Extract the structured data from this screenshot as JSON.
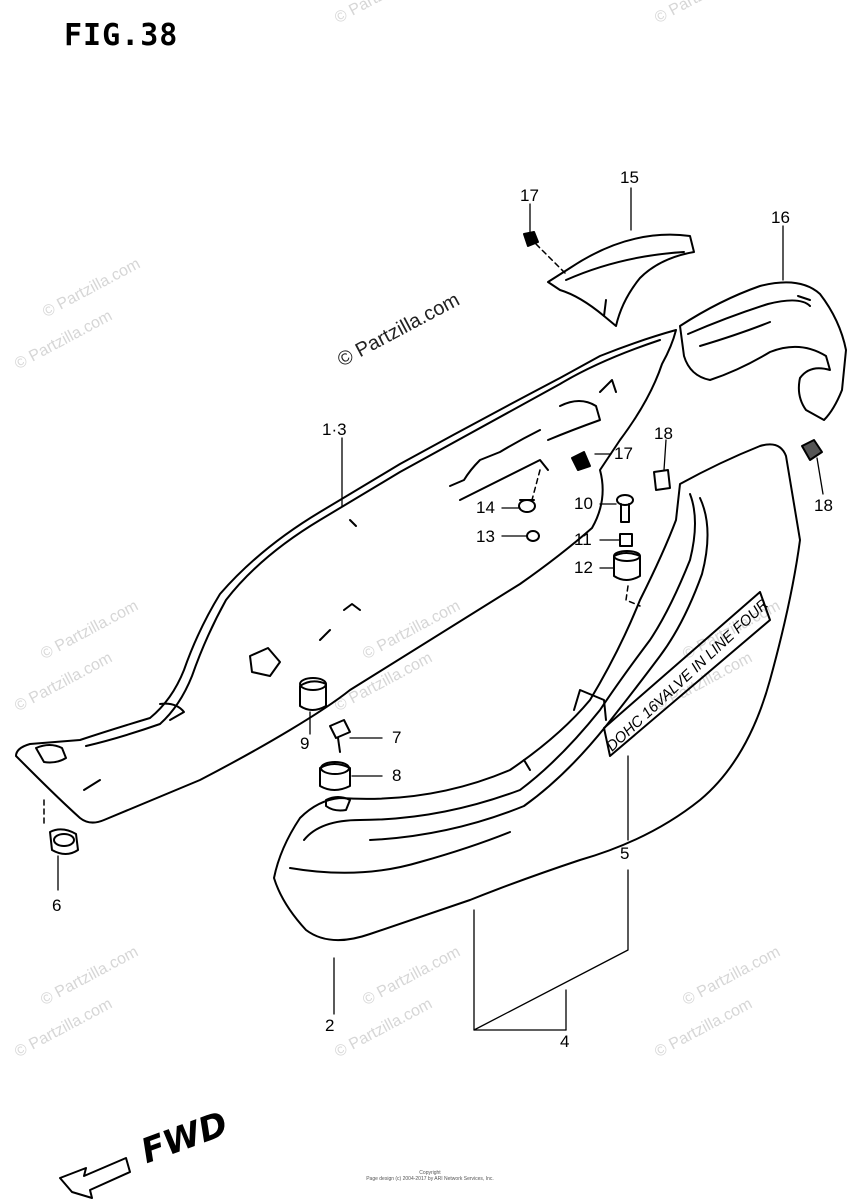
{
  "figure": {
    "title": "FIG.38",
    "fwd_label": "FWD",
    "decal_text": "DOHC 16VALVE IN LINE FOUR",
    "copyright_line1": "Copyright",
    "copyright_line2": "Page design (c) 2004-2017 by ARI Network Services, Inc."
  },
  "watermarks": {
    "main": "© Partzilla.com",
    "faint": "© Partzilla.com"
  },
  "callouts": [
    {
      "id": "c1-3",
      "label": "1·3"
    },
    {
      "id": "c2",
      "label": "2"
    },
    {
      "id": "c4",
      "label": "4"
    },
    {
      "id": "c5",
      "label": "5"
    },
    {
      "id": "c6",
      "label": "6"
    },
    {
      "id": "c7",
      "label": "7"
    },
    {
      "id": "c8",
      "label": "8"
    },
    {
      "id": "c9",
      "label": "9"
    },
    {
      "id": "c10",
      "label": "10"
    },
    {
      "id": "c11",
      "label": "11"
    },
    {
      "id": "c12",
      "label": "12"
    },
    {
      "id": "c13",
      "label": "13"
    },
    {
      "id": "c14",
      "label": "14"
    },
    {
      "id": "c15",
      "label": "15"
    },
    {
      "id": "c16",
      "label": "16"
    },
    {
      "id": "c17a",
      "label": "17"
    },
    {
      "id": "c17b",
      "label": "17"
    },
    {
      "id": "c18a",
      "label": "18"
    },
    {
      "id": "c18b",
      "label": "18"
    }
  ]
}
